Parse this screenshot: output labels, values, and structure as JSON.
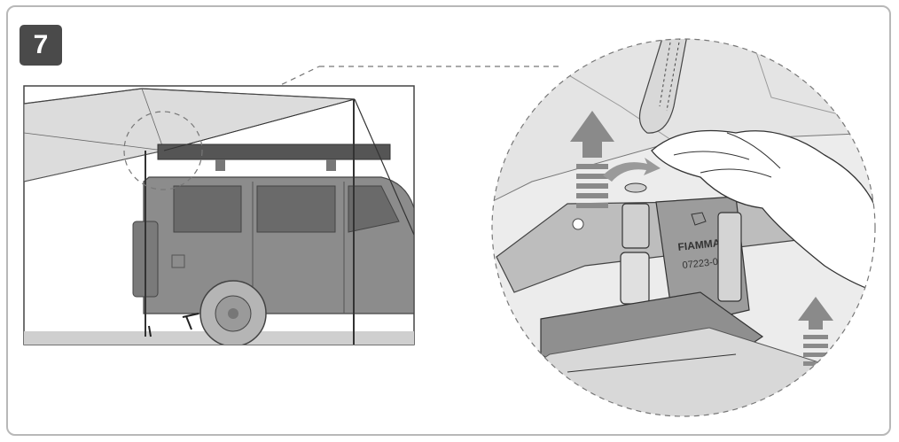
{
  "step": {
    "number": "7"
  },
  "detail": {
    "brand_label": "FIAMMA",
    "part_code": "07223-0"
  },
  "colors": {
    "frame_border": "#b8b8b8",
    "badge_bg": "#4a4a4a",
    "vehicle": "#8c8c8c",
    "awning_fabric": "#d6d6d6",
    "arrow": "#8a8a8a",
    "line": "#333333"
  },
  "icons": [
    "arrow-up-icon",
    "rotate-arrow-icon",
    "hand-icon",
    "strap-icon",
    "peg-icon"
  ]
}
